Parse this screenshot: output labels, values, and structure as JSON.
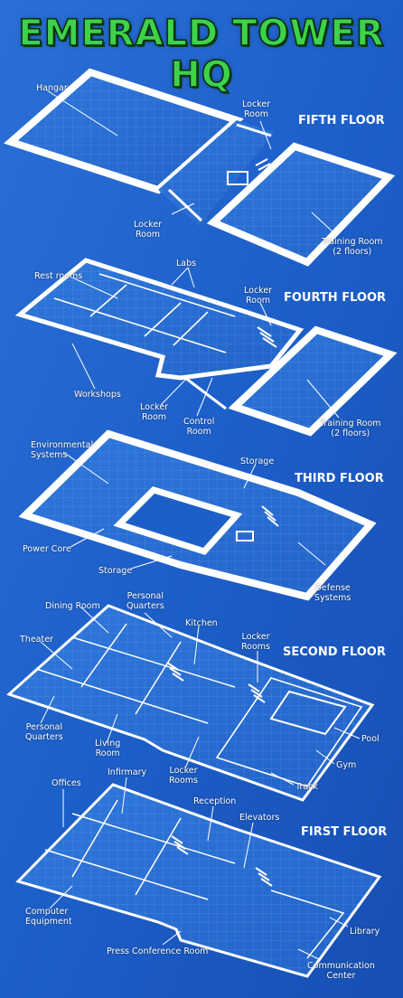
{
  "title": "EMERALD TOWER HQ",
  "colors": {
    "blueprint": "#1d5fc9",
    "line": "#ffffff",
    "title_green": "#3fd14a"
  },
  "floors": {
    "fifth": {
      "title": "FIFTH FLOOR",
      "labels": {
        "hangar": "Hangar",
        "locker_top_1": "Locker",
        "locker_top_2": "Room",
        "locker_bot_1": "Locker",
        "locker_bot_2": "Room",
        "training_1": "Training Room",
        "training_2": "(2 floors)"
      }
    },
    "fourth": {
      "title": "FOURTH FLOOR",
      "labels": {
        "rest_rooms": "Rest rooms",
        "labs": "Labs",
        "locker_top_1": "Locker",
        "locker_top_2": "Room",
        "workshops": "Workshops",
        "locker_bot_1": "Locker",
        "locker_bot_2": "Room",
        "control_1": "Control",
        "control_2": "Room",
        "training_1": "Training Room",
        "training_2": "(2 floors)"
      }
    },
    "third": {
      "title": "THIRD FLOOR",
      "labels": {
        "env_1": "Environmental",
        "env_2": "Systems",
        "storage_top": "Storage",
        "power_core": "Power Core",
        "storage_bottom": "Storage",
        "defense_1": "Defense",
        "defense_2": "Systems"
      }
    },
    "second": {
      "title": "SECOND FLOOR",
      "labels": {
        "dining": "Dining Room",
        "pq_top_1": "Personal",
        "pq_top_2": "Quarters",
        "kitchen": "Kitchen",
        "theater": "Theater",
        "locker_top_1": "Locker",
        "locker_top_2": "Rooms",
        "pq_bot_1": "Personal",
        "pq_bot_2": "Quarters",
        "living_1": "Living",
        "living_2": "Room",
        "locker_bot_1": "Locker",
        "locker_bot_2": "Rooms",
        "pool": "Pool",
        "gym": "Gym",
        "track": "Track"
      }
    },
    "first": {
      "title": "FIRST FLOOR",
      "labels": {
        "offices": "Offices",
        "infirmary": "Infirmary",
        "reception": "Reception",
        "elevators": "Elevators",
        "computer_1": "Computer",
        "computer_2": "Equipment",
        "library": "Library",
        "press": "Press Conference Room",
        "comm_1": "Communication",
        "comm_2": "Center"
      }
    }
  }
}
